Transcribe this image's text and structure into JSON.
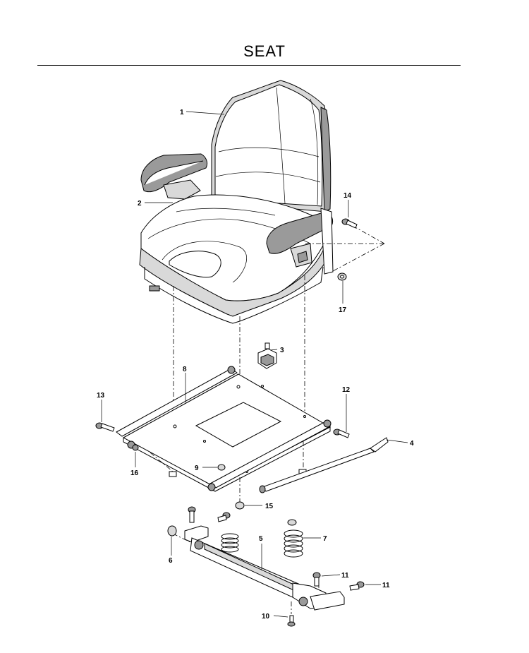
{
  "title": "SEAT",
  "callouts": [
    {
      "id": "c1",
      "label": "1"
    },
    {
      "id": "c2",
      "label": "2"
    },
    {
      "id": "c3",
      "label": "3"
    },
    {
      "id": "c4",
      "label": "4"
    },
    {
      "id": "c5",
      "label": "5"
    },
    {
      "id": "c6",
      "label": "6"
    },
    {
      "id": "c7",
      "label": "7"
    },
    {
      "id": "c8",
      "label": "8"
    },
    {
      "id": "c9",
      "label": "9"
    },
    {
      "id": "c10",
      "label": "10"
    },
    {
      "id": "c11a",
      "label": "11"
    },
    {
      "id": "c11b",
      "label": "11"
    },
    {
      "id": "c12",
      "label": "12"
    },
    {
      "id": "c13",
      "label": "13"
    },
    {
      "id": "c14",
      "label": "14"
    },
    {
      "id": "c15",
      "label": "15"
    },
    {
      "id": "c16",
      "label": "16"
    },
    {
      "id": "c17",
      "label": "17"
    }
  ]
}
